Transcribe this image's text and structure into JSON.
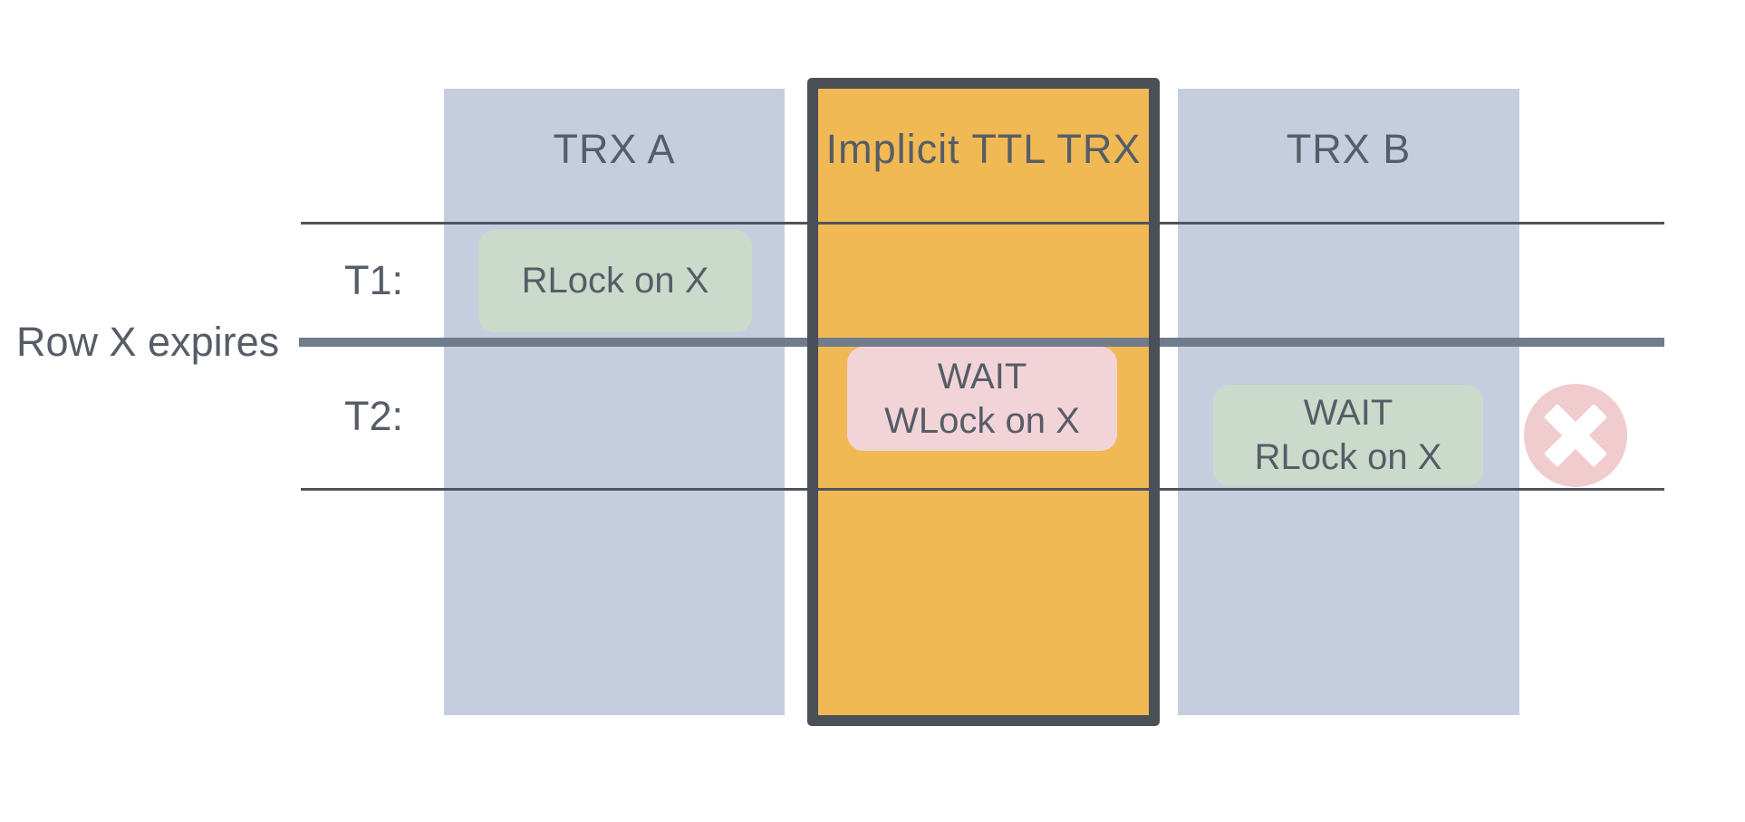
{
  "labels": {
    "lane_a": "TRX A",
    "lane_ttl": "Implicit TTL TRX",
    "lane_b": "TRX B",
    "t1": "T1:",
    "t2": "T2:",
    "row_expires": "Row X expires"
  },
  "events": {
    "trx_a_t1": {
      "text": "RLock on X",
      "variant": "green"
    },
    "ttl_t2": {
      "line1": "WAIT",
      "line2": "WLock on X",
      "variant": "pink"
    },
    "trx_b_t2": {
      "line1": "WAIT",
      "line2": "RLock on X",
      "variant": "green"
    }
  },
  "icons": {
    "denied": "x-circle-icon"
  },
  "colors": {
    "lane": "#C5CEDF",
    "ttl_fill": "#F0B954",
    "ttl_border": "#4A4F58",
    "granted": "#CBDBCB",
    "waiting": "#F2D4D8",
    "denied_bg": "#F0CCCF",
    "text": "#565D67",
    "thin_line": "#4E545C",
    "thick_line": "#707B8C"
  }
}
